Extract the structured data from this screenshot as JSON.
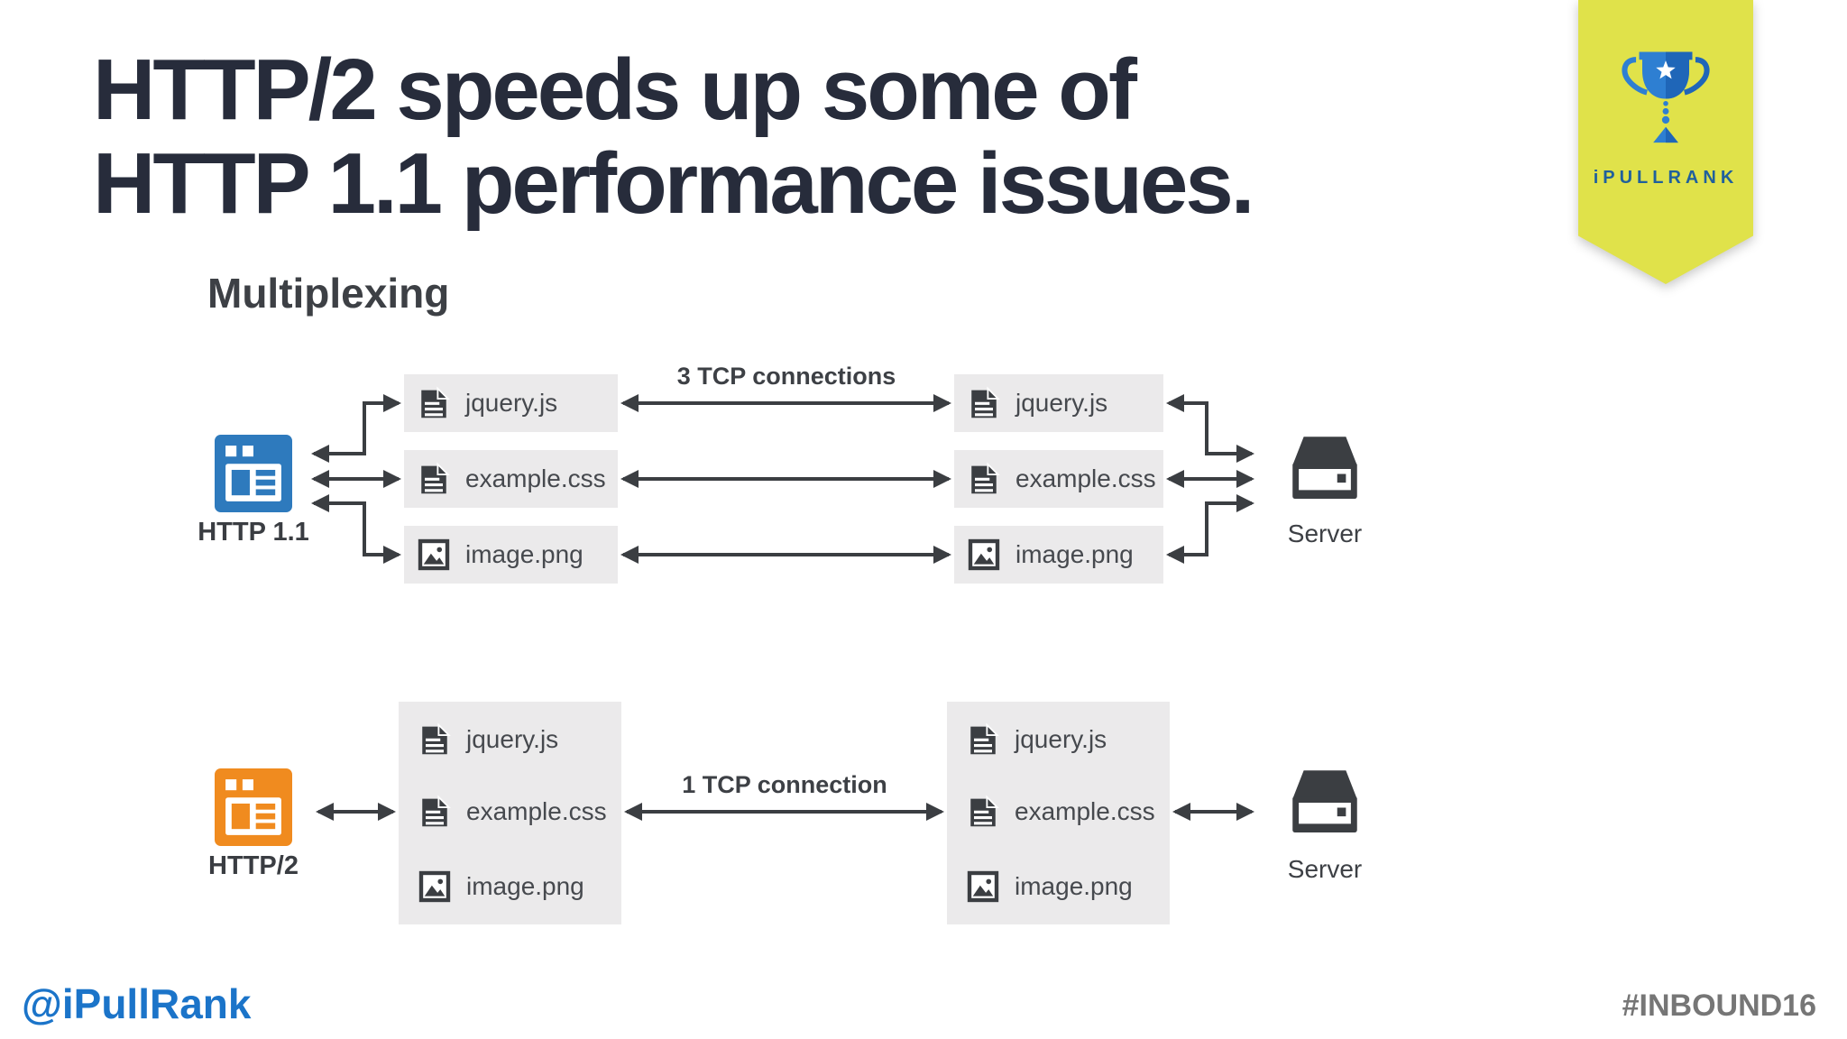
{
  "title": {
    "line1": "HTTP/2 speeds up some of",
    "line2": "HTTP 1.1 performance issues."
  },
  "badge": {
    "brand": "iPULLRANK",
    "icon": "trophy-icon",
    "background": "#e0e24a",
    "text_color": "#20609c"
  },
  "diagram": {
    "heading": "Multiplexing",
    "files": [
      "jquery.js",
      "example.css",
      "image.png"
    ],
    "server_label": "Server",
    "http11": {
      "label": "HTTP 1.1",
      "connection_label": "3 TCP connections",
      "browser_color": "#2e7abd"
    },
    "http2": {
      "label": "HTTP/2",
      "connection_label": "1 TCP connection",
      "browser_color": "#f08b1f"
    }
  },
  "footer": {
    "handle": "@iPullRank",
    "hashtag": "#INBOUND16",
    "handle_color": "#1b74c9",
    "hashtag_color": "#767676"
  },
  "colors": {
    "title": "#272c3b",
    "diagram_ink": "#3b3e42",
    "box_background": "#ebeaeb"
  },
  "icons": [
    "trophy-icon",
    "browser-icon",
    "file-text-icon",
    "image-icon",
    "server-icon",
    "double-arrow"
  ]
}
